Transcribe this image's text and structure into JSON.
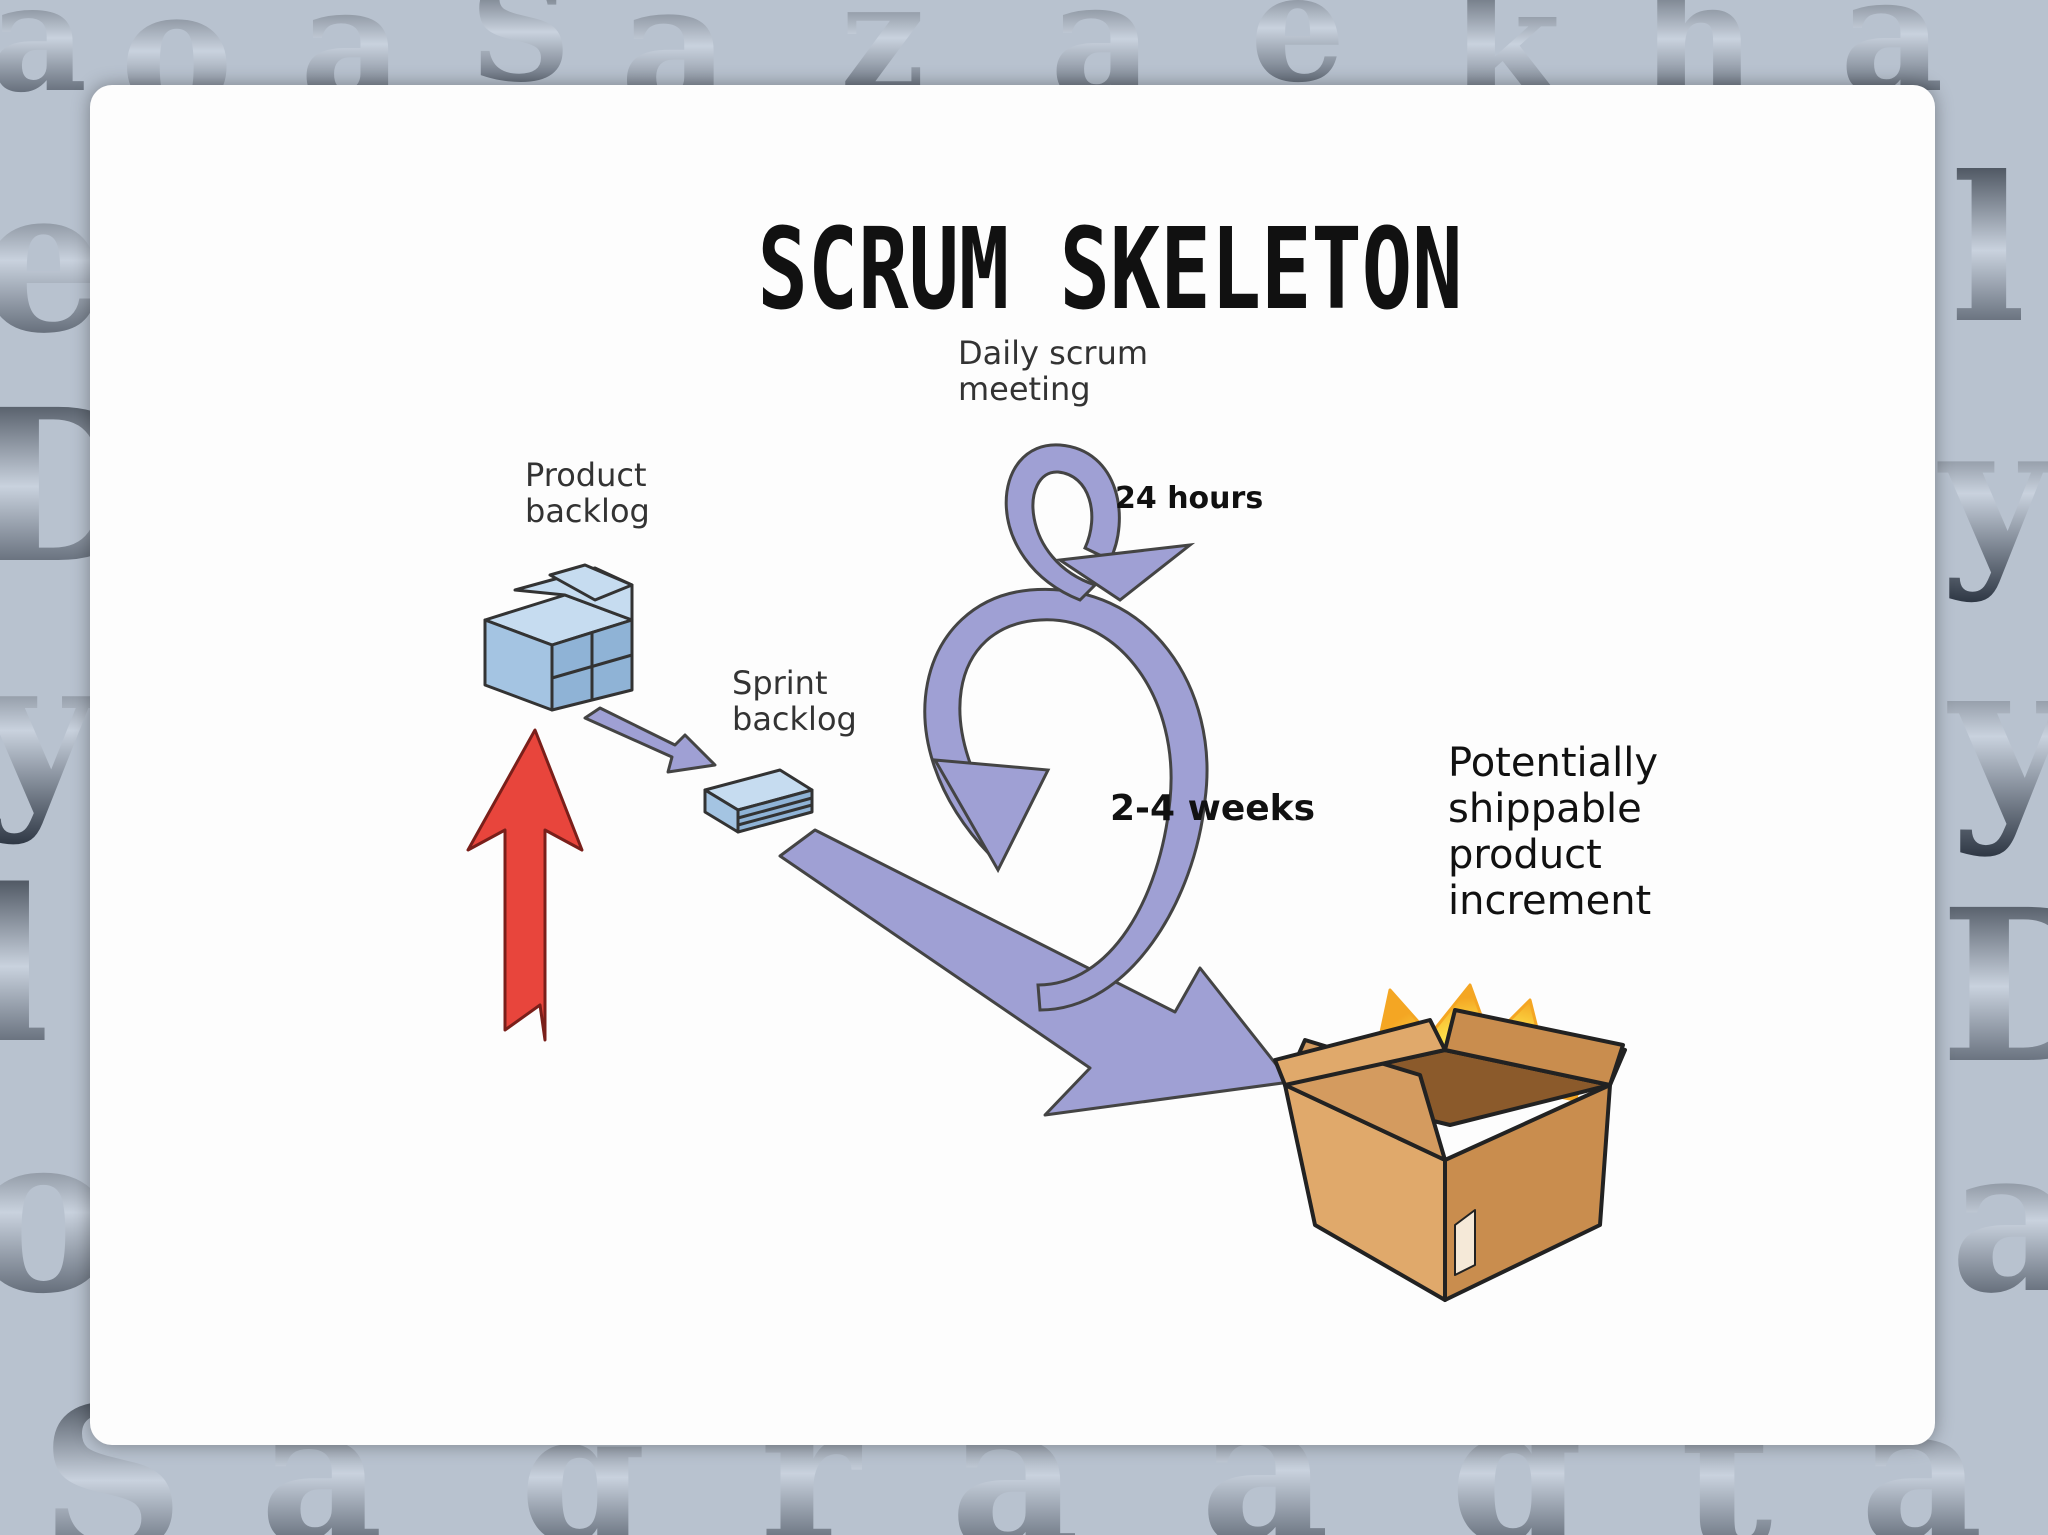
{
  "title": "SCRUM SKELETON",
  "labels": {
    "daily_scrum": [
      "Daily scrum",
      "meeting"
    ],
    "hours": "24 hours",
    "product_backlog": [
      "Product",
      "backlog"
    ],
    "sprint_backlog": [
      "Sprint",
      "backlog"
    ],
    "weeks": "2-4 weeks",
    "increment": [
      "Potentially",
      "shippable",
      "product",
      "increment"
    ]
  },
  "colors": {
    "loop_arrow": "#9fa0d4",
    "backlog_blocks": "#a4c4e2",
    "red_arrow": "#e8453c",
    "box": "#d49b5f",
    "glow": "#fde24a"
  }
}
